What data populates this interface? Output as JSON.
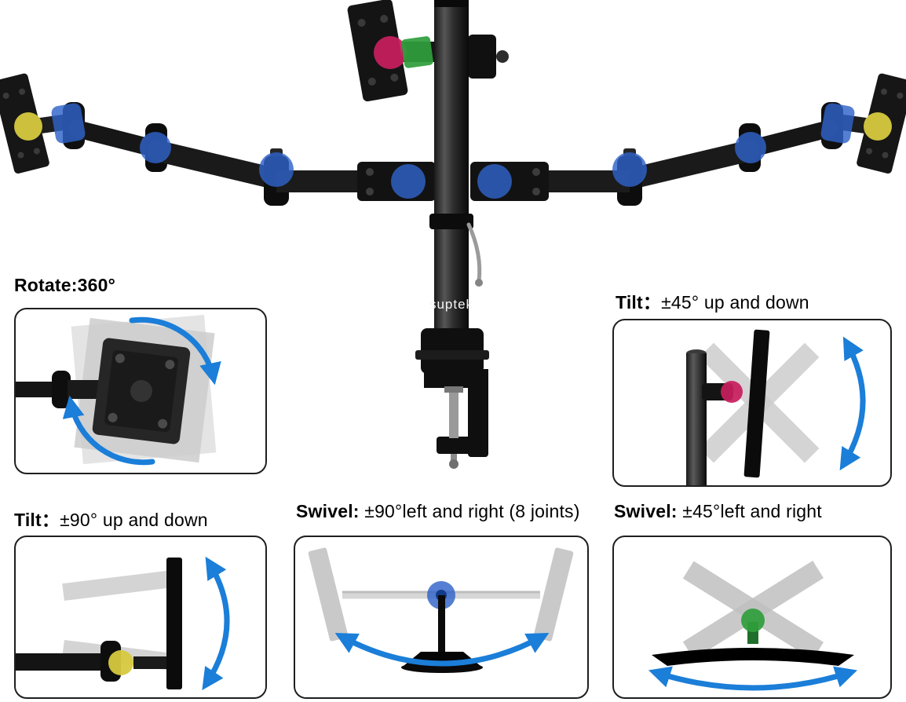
{
  "brand": "suptek",
  "colors": {
    "joint_blue": "#2f63c8",
    "joint_red": "#c81e5f",
    "joint_green": "#2f9e3c",
    "joint_yellow": "#d6c93f",
    "arrow_blue": "#1b7ed8",
    "mount_black": "#141414"
  },
  "features": [
    {
      "id": "rotate",
      "label": "Rotate:",
      "detail": "360°"
    },
    {
      "id": "tilt-45",
      "label": "Tilt：",
      "detail": "±45° up and down"
    },
    {
      "id": "tilt-90",
      "label": "Tilt：",
      "detail": "±90° up and down"
    },
    {
      "id": "swivel-90",
      "label": "Swivel:",
      "detail": " ±90°left and right (8 joints)"
    },
    {
      "id": "swivel-45",
      "label": "Swivel:",
      "detail": " ±45°left and right"
    }
  ]
}
